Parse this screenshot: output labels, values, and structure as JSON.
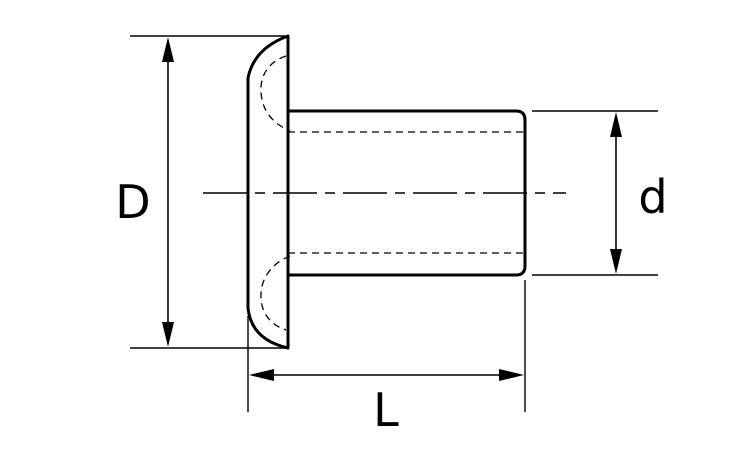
{
  "diagram": {
    "labels": {
      "head_diameter": "D",
      "shank_diameter": "d",
      "length": "L"
    },
    "colors": {
      "line": "#000000",
      "background": "#ffffff"
    }
  }
}
